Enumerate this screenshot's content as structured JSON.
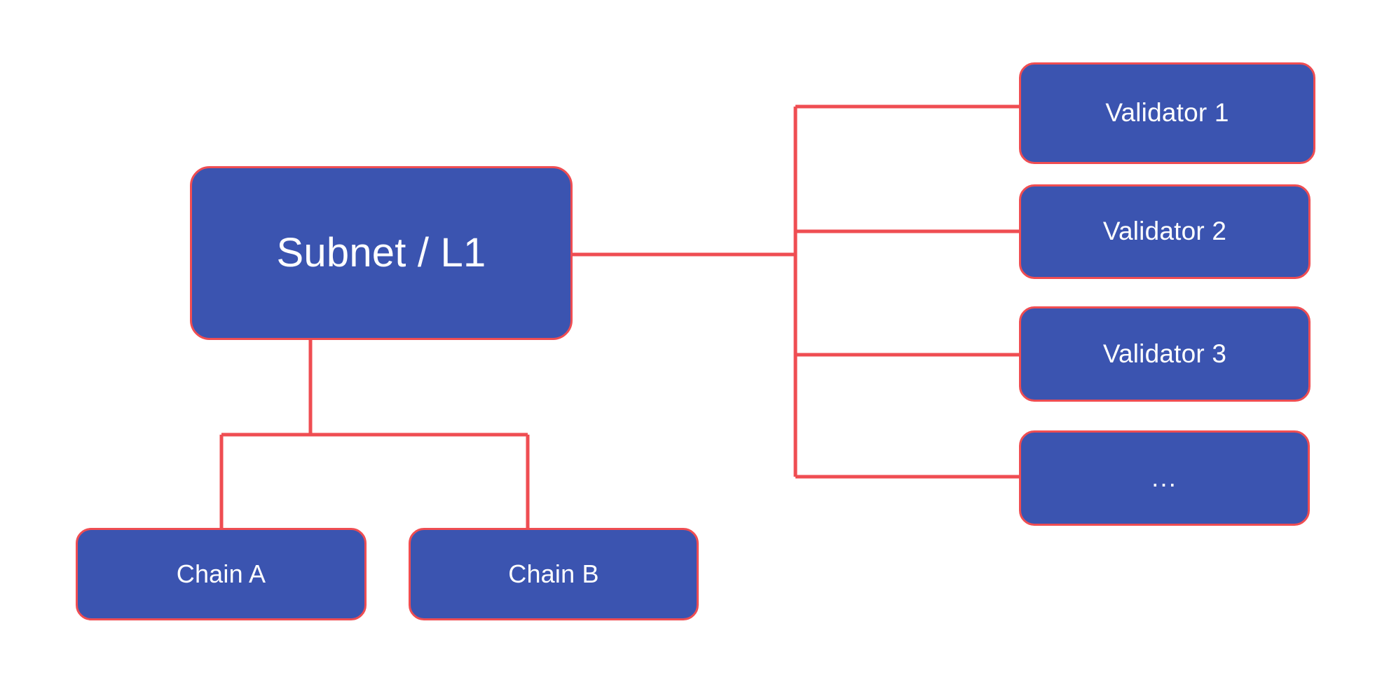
{
  "diagram": {
    "title": "Subnet / L1 architecture tree",
    "background_color": "#ffffff",
    "node_fill_color": "#3b54b0",
    "node_border_color": "#ef4d52",
    "node_text_color": "#ffffff",
    "connector_color": "#ef4d52"
  },
  "nodes": {
    "root": {
      "label": "Subnet / L1"
    },
    "chains": [
      {
        "label": "Chain A"
      },
      {
        "label": "Chain B"
      }
    ],
    "validators": [
      {
        "label": "Validator 1"
      },
      {
        "label": "Validator 2"
      },
      {
        "label": "Validator 3"
      },
      {
        "label": "..."
      }
    ]
  },
  "edges": [
    {
      "from": "Subnet / L1",
      "to": "Chain A"
    },
    {
      "from": "Subnet / L1",
      "to": "Chain B"
    },
    {
      "from": "Subnet / L1",
      "to": "Validator 1"
    },
    {
      "from": "Subnet / L1",
      "to": "Validator 2"
    },
    {
      "from": "Subnet / L1",
      "to": "Validator 3"
    },
    {
      "from": "Subnet / L1",
      "to": "..."
    }
  ]
}
